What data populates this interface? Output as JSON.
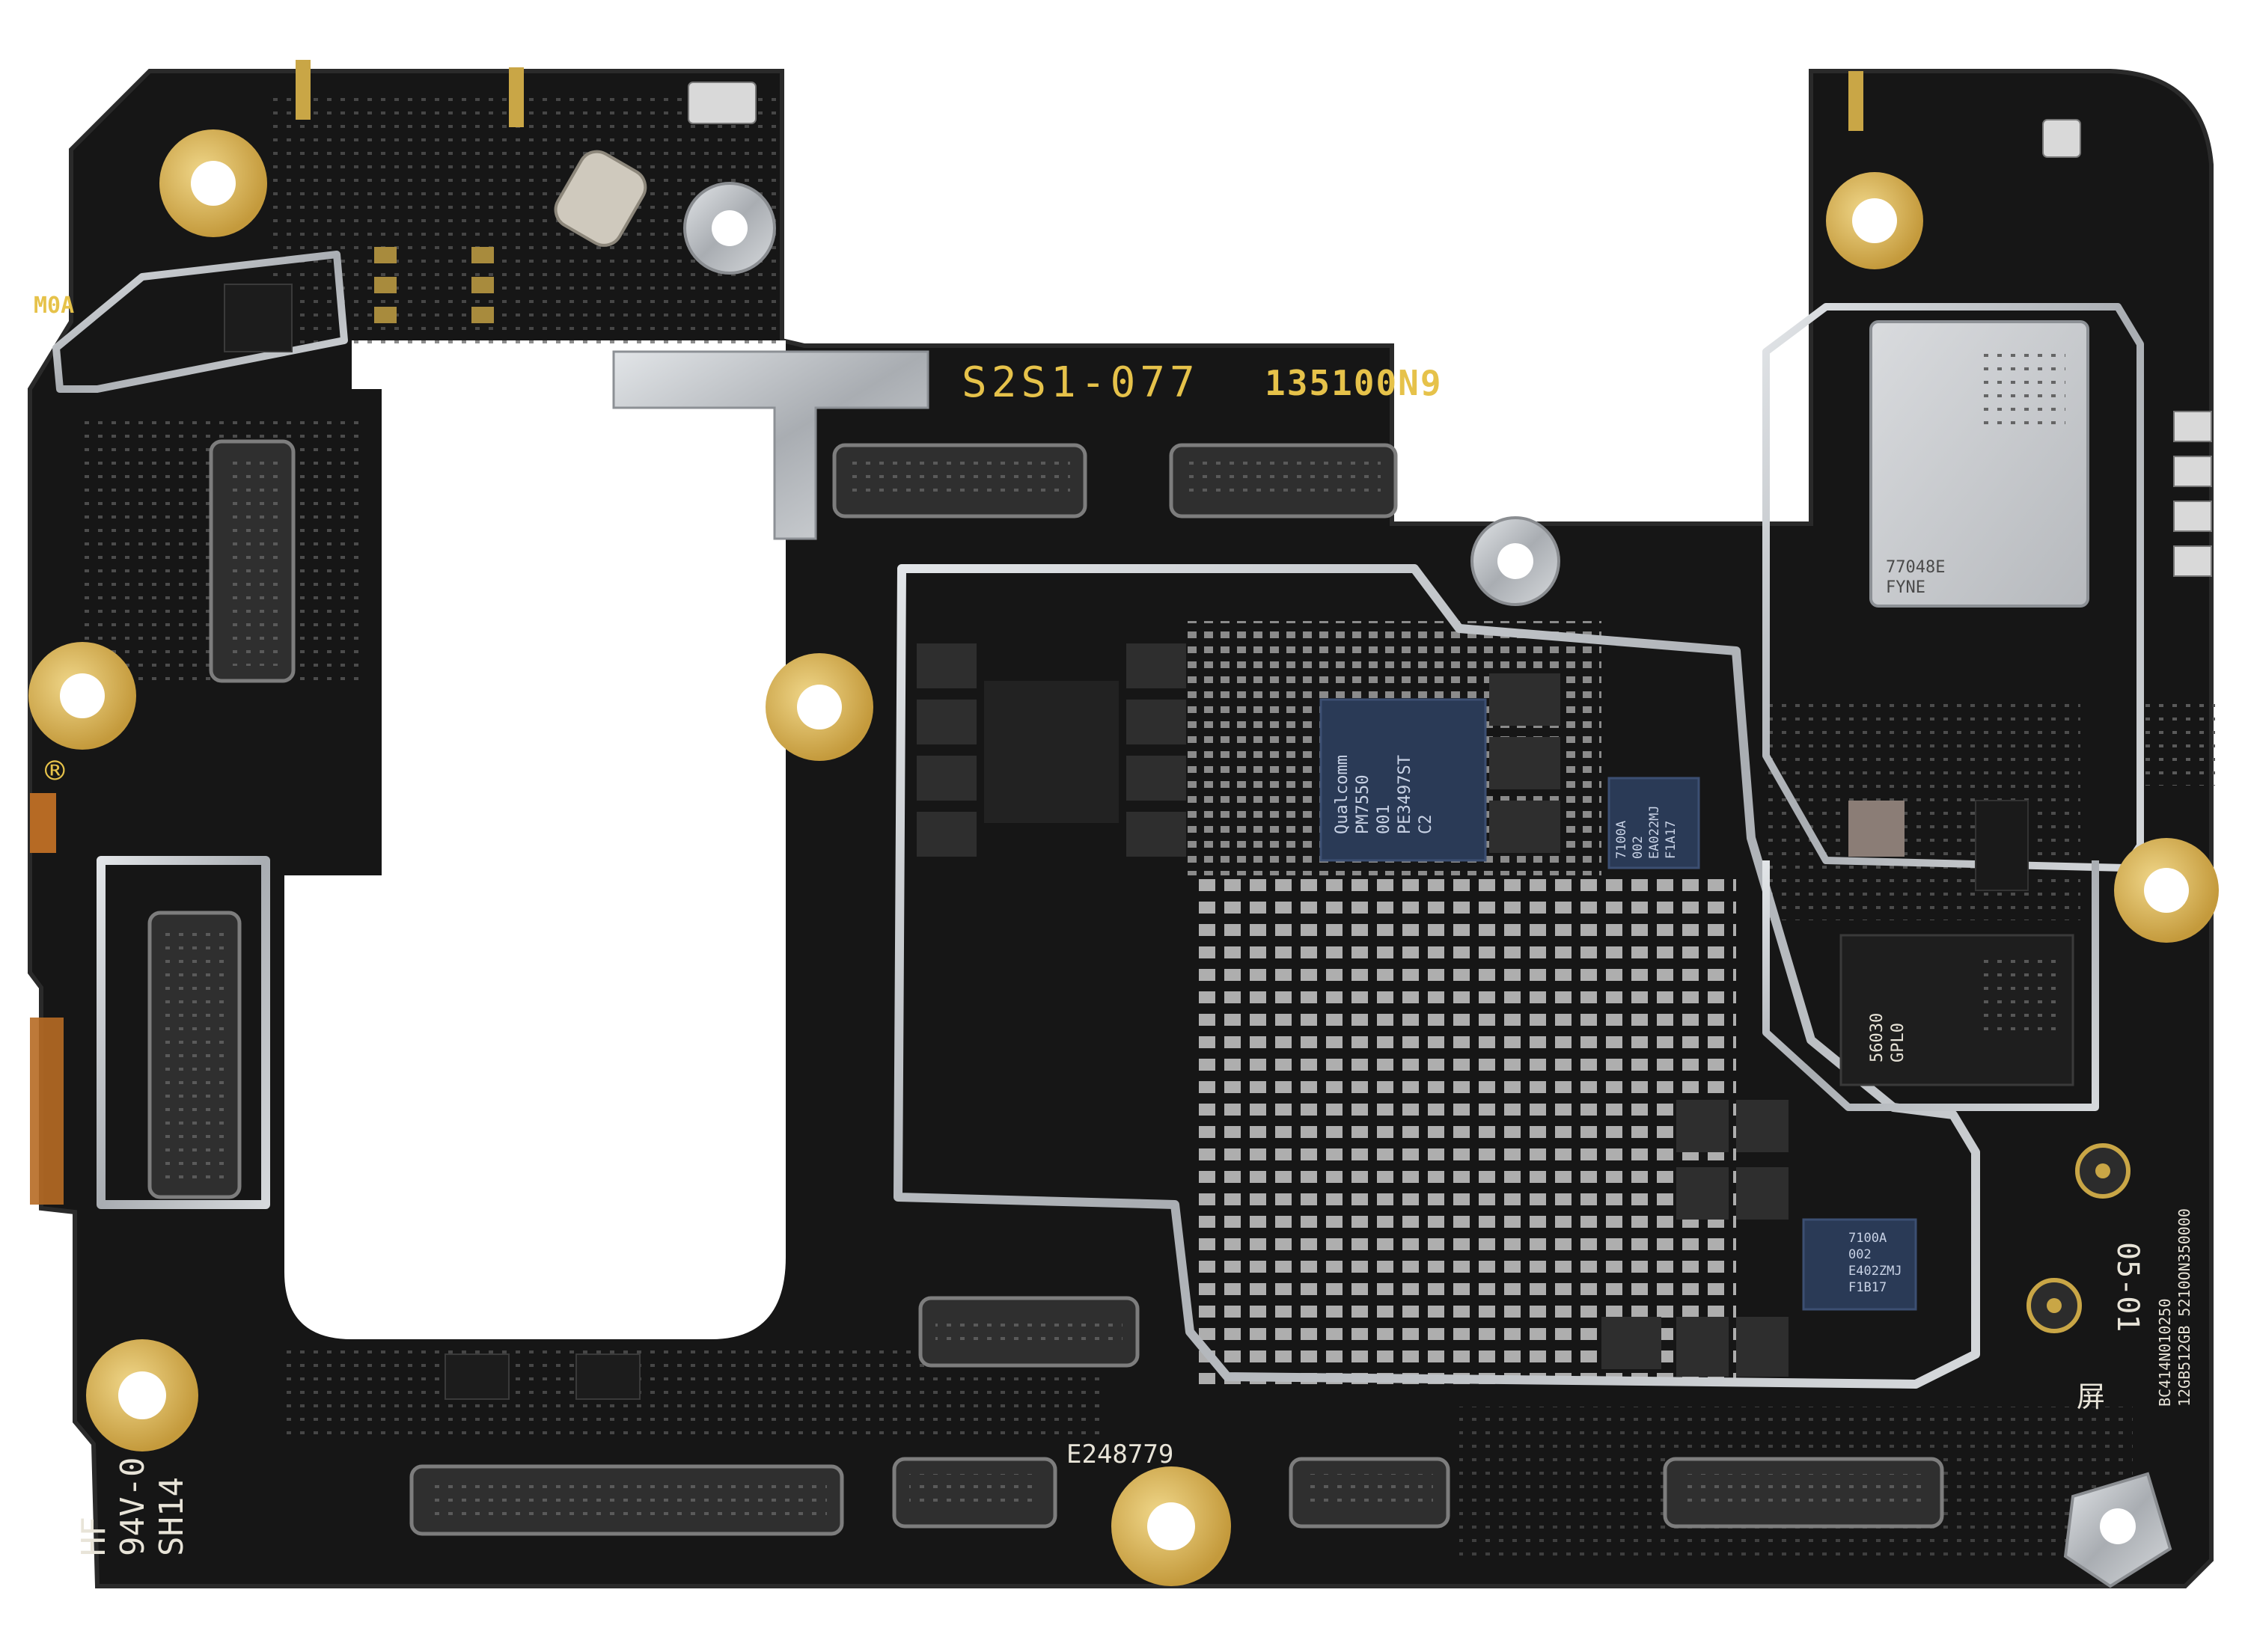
{
  "board": {
    "colors": {
      "pcb": "#151515",
      "pcb_edge": "#1d1d1d",
      "pad_gold": "#d8b866",
      "shield": "#bfc3c8",
      "bga_chip": "#2b3a55",
      "silkscreen": "#e8e4d8",
      "silk_yellow": "#e6c24a",
      "connector": "#3a3a3a"
    },
    "top_labels": {
      "part_code": "S2S1-077",
      "board_code": "135100N9"
    },
    "left_labels": {
      "revision": "M0A",
      "mark": "®",
      "hf": "HF",
      "v0": "94V-0",
      "sh14": "SH14"
    },
    "bottom_label": "E248779",
    "right_labels": {
      "version": "05-01",
      "serial_1": "BC414N010250",
      "serial_2": "12GB512GB 5210ON350000",
      "glyph": "屏"
    },
    "chips": {
      "pmic": {
        "line1": "Qualcomm",
        "line2": "PM7550",
        "line3": "001",
        "line4": "PE3497ST",
        "line5": "C2"
      },
      "chip_7100a_top": {
        "line1": "7100A",
        "line2": "002",
        "line3": "EA022MJ",
        "line4": "F1A17"
      },
      "chip_7100a_bottom": {
        "line1": "7100A",
        "line2": "002",
        "line3": "E402ZMJ",
        "line4": "F1B17"
      },
      "rf_module": {
        "line1": "77048E",
        "line2": "FYNE"
      },
      "chip_56030": {
        "line1": "56030",
        "line2": "GPL0"
      }
    }
  }
}
